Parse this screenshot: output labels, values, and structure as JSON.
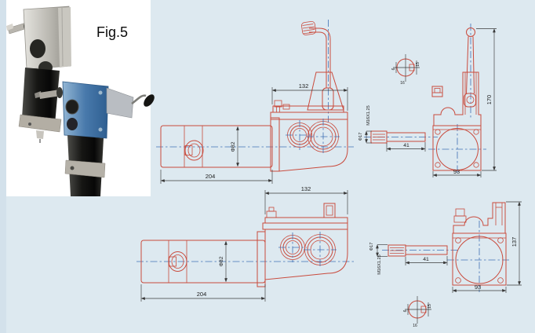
{
  "figure": {
    "caption": "Fig.5"
  },
  "drawings": {
    "side_view_lever": {
      "width_top": "132",
      "length": "204",
      "diameter": "Φ82"
    },
    "side_view_plain": {
      "width_top": "132",
      "length": "204",
      "diameter": "Φ82"
    },
    "front_view_lever": {
      "height": "170",
      "width": "93",
      "shaft_length": "41",
      "thread": "M16X1.25",
      "shaft_diameter": "Φ17"
    },
    "front_view_plain": {
      "height": "137",
      "width": "93",
      "shaft_length": "41",
      "thread": "M16X1.25",
      "shaft_diameter": "Φ17"
    },
    "shaft_section_top": {
      "key_width": "6",
      "depth": "15",
      "across": "16"
    },
    "shaft_section_bottom": {
      "key_width": "6",
      "depth": "15",
      "across": "16"
    }
  },
  "colors": {
    "background": "#dde9f0",
    "drawing_line": "#c94a3c",
    "centerline": "#4070b4",
    "dimension_text": "#1c1c1c",
    "photo_background": "#ffffff"
  }
}
